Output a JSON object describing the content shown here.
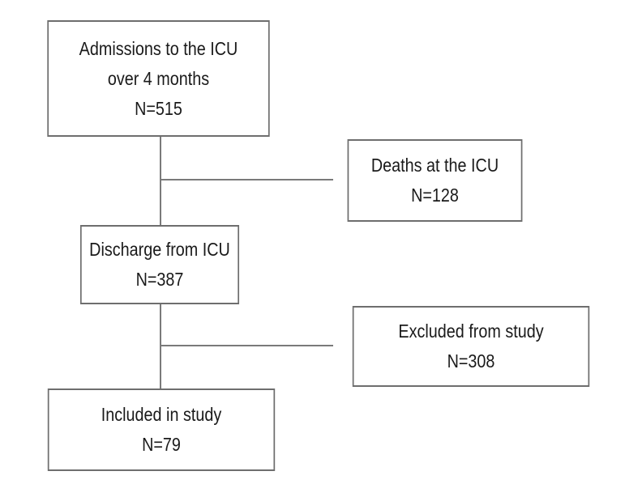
{
  "flowchart": {
    "admissions": {
      "line1": "Admissions to the ICU",
      "line2": "over 4 months",
      "count": "N=515"
    },
    "deaths": {
      "line1": "Deaths at the ICU",
      "count": "N=128"
    },
    "discharge": {
      "line1": "Discharge from ICU",
      "count": "N=387"
    },
    "excluded": {
      "line1": "Excluded from study",
      "count": "N=308"
    },
    "included": {
      "line1": "Included in study",
      "count": "N=79"
    }
  }
}
